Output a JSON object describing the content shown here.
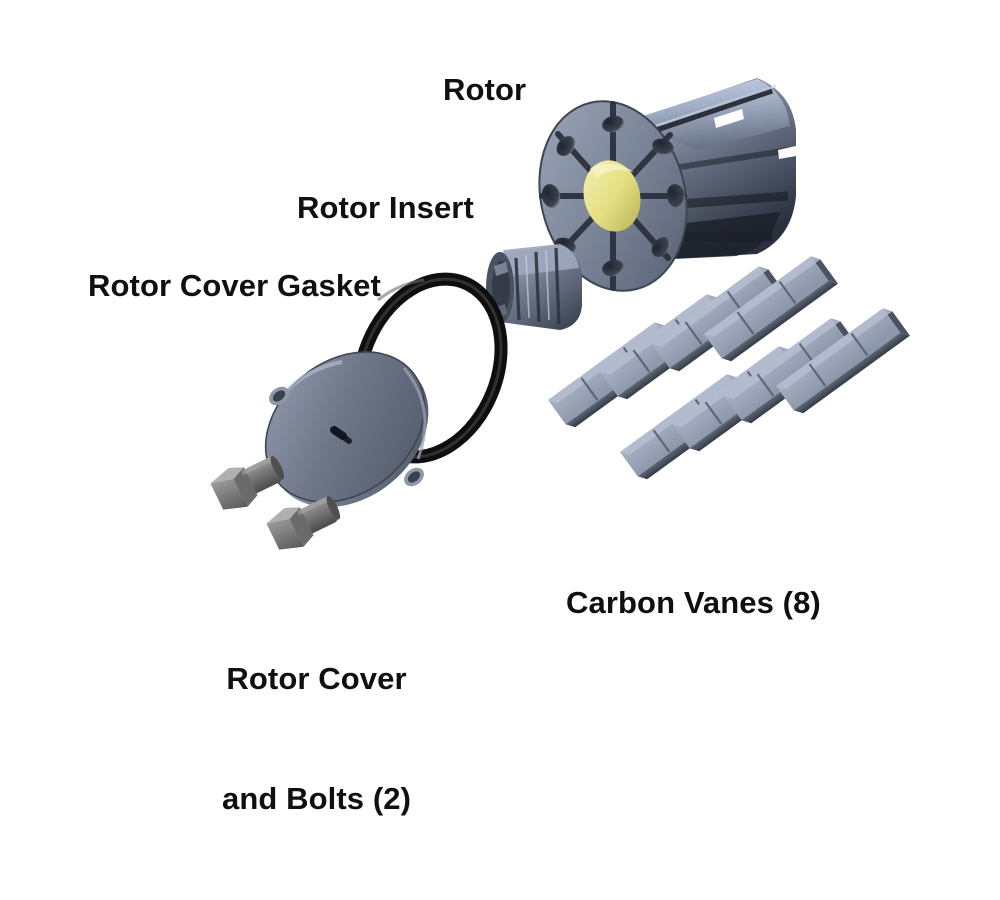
{
  "diagram": {
    "type": "exploded-assembly",
    "subject": "Rotary vane pump rotor assembly",
    "background_color": "#ffffff",
    "labels": {
      "rotor": "Rotor",
      "rotor_insert": "Rotor Insert",
      "rotor_cover_gasket": "Rotor Cover Gasket",
      "rotor_cover_line1": "Rotor Cover",
      "rotor_cover_line2": "and Bolts (2)",
      "carbon_vanes": "Carbon Vanes (8)"
    },
    "counts": {
      "carbon_vanes": 8,
      "bolts": 2,
      "rotor_face_holes": 8,
      "rotor_slots": 8
    },
    "colors": {
      "body_steel": "#6d7788",
      "body_light": "#b9c6e4",
      "body_mid": "#8e99ab",
      "body_dark": "#3a4150",
      "body_shadow": "#232833",
      "bore_yellow": "#e8e48a",
      "bore_yellow_dark": "#c9c45f",
      "gasket_black": "#111111",
      "gasket_highlight": "#4a4a4a",
      "bolt_grey": "#7c7c7c",
      "bolt_dark": "#4d4d4d",
      "vane_face": "#8b94a8",
      "vane_top": "#a3acbe",
      "vane_edge": "#2b2f3a",
      "cover_face": "#6a7183",
      "text": "#101010"
    },
    "parts": [
      {
        "name": "rotor",
        "label": "Rotor",
        "qty": 1
      },
      {
        "name": "rotor-insert",
        "label": "Rotor Insert",
        "qty": 1
      },
      {
        "name": "rotor-cover-gasket",
        "label": "Rotor Cover Gasket",
        "qty": 1
      },
      {
        "name": "rotor-cover",
        "label": "Rotor Cover",
        "qty": 1
      },
      {
        "name": "bolt",
        "label": "Bolts",
        "qty": 2
      },
      {
        "name": "carbon-vane",
        "label": "Carbon Vanes",
        "qty": 8
      }
    ]
  }
}
